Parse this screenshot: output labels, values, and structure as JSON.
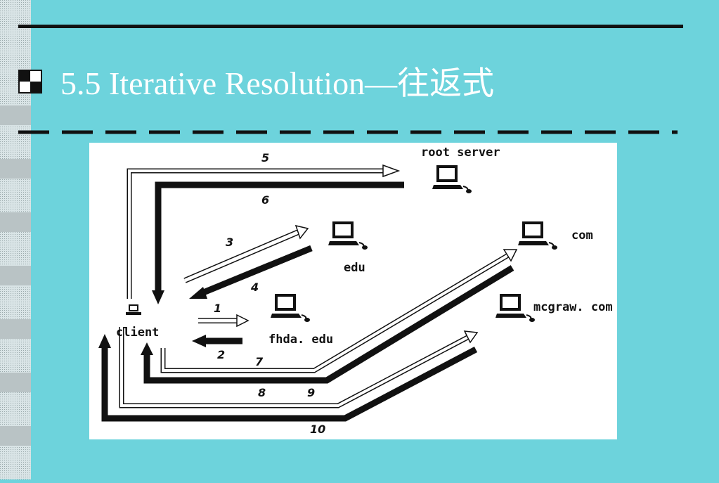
{
  "slide": {
    "title": "5.5 Iterative Resolution—往返式",
    "colors": {
      "background": "#6dd3dc",
      "title_text": "#ffffff",
      "rules": "#111111"
    }
  },
  "diagram": {
    "nodes": {
      "root": "root server",
      "edu": "edu",
      "com": "com",
      "mcgraw": "mcgraw. com",
      "fhda": "fhda. edu",
      "client": "client"
    },
    "steps": [
      "1",
      "2",
      "3",
      "4",
      "5",
      "6",
      "7",
      "8",
      "9",
      "10"
    ]
  }
}
